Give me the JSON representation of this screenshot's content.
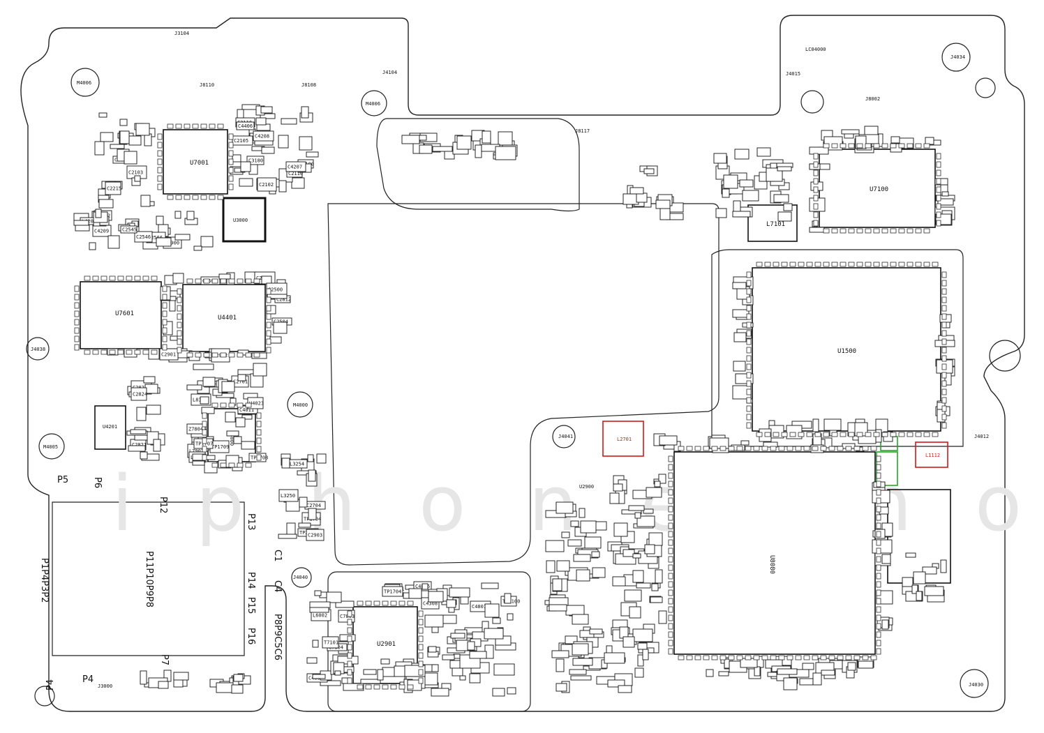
{
  "outline": {
    "stroke": "#222222"
  },
  "highlights": {
    "red": "#d01818",
    "green": "#22a822"
  },
  "chips": [
    {
      "id": "u7001",
      "label": "U7001"
    },
    {
      "id": "u7601",
      "label": "U7601"
    },
    {
      "id": "u4401",
      "label": "U4401"
    },
    {
      "id": "u4201",
      "label": "U4201"
    },
    {
      "id": "u3000",
      "label": "U3000"
    },
    {
      "id": "u1500",
      "label": "U1500"
    },
    {
      "id": "u7100",
      "label": "U7100"
    },
    {
      "id": "u8080",
      "label": "U8080"
    },
    {
      "id": "u2901",
      "label": "U2901"
    },
    {
      "id": "u6000",
      "label": "U6000"
    },
    {
      "id": "u2900",
      "label": "U2900"
    },
    {
      "id": "l7101",
      "label": "L7101"
    },
    {
      "id": "l2701",
      "label": "L2701"
    },
    {
      "id": "l1112",
      "label": "L1112"
    }
  ],
  "connectors": [
    {
      "id": "j3104",
      "label": "J3104"
    },
    {
      "id": "j8110",
      "label": "J8110"
    },
    {
      "id": "j8108",
      "label": "J8108"
    },
    {
      "id": "j4104",
      "label": "J4104"
    },
    {
      "id": "j8117",
      "label": "J8117"
    },
    {
      "id": "j4015",
      "label": "J4015"
    },
    {
      "id": "j4034",
      "label": "J4034"
    },
    {
      "id": "j8002",
      "label": "J8002"
    },
    {
      "id": "j4012",
      "label": "J4012"
    },
    {
      "id": "j4030",
      "label": "J4030"
    },
    {
      "id": "j3000",
      "label": "J3000"
    },
    {
      "id": "j4040",
      "label": "J4040"
    },
    {
      "id": "j4041",
      "label": "J4041"
    },
    {
      "id": "j4038",
      "label": "J4038"
    },
    {
      "id": "lc04000",
      "label": "LC04000"
    }
  ],
  "mounts": [
    {
      "id": "m4006a",
      "label": "M4006"
    },
    {
      "id": "m4006b",
      "label": "M4006"
    },
    {
      "id": "m4005",
      "label": "M4005"
    },
    {
      "id": "m4000",
      "label": "M4000"
    }
  ],
  "pads": [
    {
      "id": "p5",
      "label": "P5"
    },
    {
      "id": "p6",
      "label": "P6"
    },
    {
      "id": "p12",
      "label": "P12"
    },
    {
      "id": "p13",
      "label": "P13"
    },
    {
      "id": "p14",
      "label": "P14"
    },
    {
      "id": "p15",
      "label": "P15"
    },
    {
      "id": "p16",
      "label": "P16"
    },
    {
      "id": "p7",
      "label": "P7"
    },
    {
      "id": "p4",
      "label": "P4"
    },
    {
      "id": "p4b",
      "label": "P4"
    },
    {
      "id": "c1",
      "label": "C1"
    },
    {
      "id": "c4",
      "label": "C4"
    },
    {
      "id": "p8p9c5c6",
      "label": "P8P9C5C6"
    },
    {
      "id": "p11p10p9p8",
      "label": "P11P10P9P8"
    },
    {
      "id": "p1p4p3p2",
      "label": "P1P4P3P2"
    }
  ],
  "small_labels": [
    "C2101",
    "C2103",
    "C2215",
    "C2208",
    "C2100",
    "C2110",
    "C2105",
    "C3110",
    "C3180",
    "C2102",
    "C4406",
    "C4207",
    "C4208",
    "C4209",
    "L4201",
    "L4202",
    "C2900",
    "C2566",
    "C2546",
    "C2545",
    "C2512",
    "C2506",
    "C2504",
    "C2500",
    "C2812",
    "C2801",
    "C2901",
    "C2902",
    "C2821",
    "C2822",
    "C2823",
    "C2824",
    "C2922",
    "C2314",
    "C2315",
    "C2701",
    "C2102",
    "C4201",
    "C4011",
    "L7902",
    "L8114",
    "L8118",
    "U4023",
    "Q7802",
    "Z7804",
    "TP1708",
    "TP1709",
    "TP1707",
    "TP1704",
    "TP2051",
    "C2704",
    "C2903",
    "L3254",
    "L3250",
    "C4005",
    "L6002",
    "C7803",
    "C7804",
    "T7101",
    "TP1701",
    "TP1704",
    "C4806",
    "C4308",
    "C4801",
    "TP1100"
  ],
  "watermark": "iphone mobile"
}
